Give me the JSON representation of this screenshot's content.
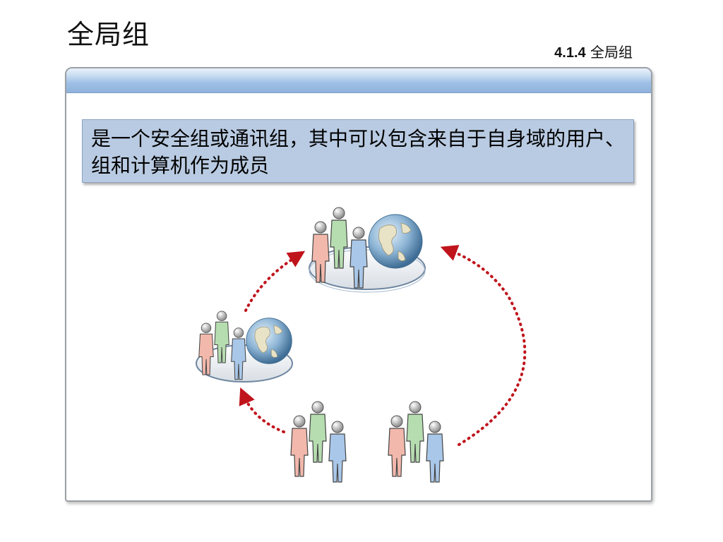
{
  "slide": {
    "title": "全局组",
    "section_number": "4.1.4",
    "section_title": "全局组"
  },
  "callout": {
    "text": "是一个安全组或通讯组，其中可以包含来自于自身域的用户、组和计算机作为成员"
  },
  "colors": {
    "arrow": "#c0141c",
    "person_pink": "#f2b8ac",
    "person_green": "#b6ddb0",
    "person_blue": "#a9c7e8",
    "callout_bg": "#b9cbe2",
    "header_bar": "#9fc0e6"
  },
  "diagram": {
    "nodes": [
      {
        "name": "domain-group-top",
        "icon": "users-with-globe-icon"
      },
      {
        "name": "domain-group-left",
        "icon": "users-with-globe-icon"
      },
      {
        "name": "user-group-bottom-left",
        "icon": "users-icon"
      },
      {
        "name": "user-group-bottom-right",
        "icon": "users-icon"
      }
    ]
  }
}
